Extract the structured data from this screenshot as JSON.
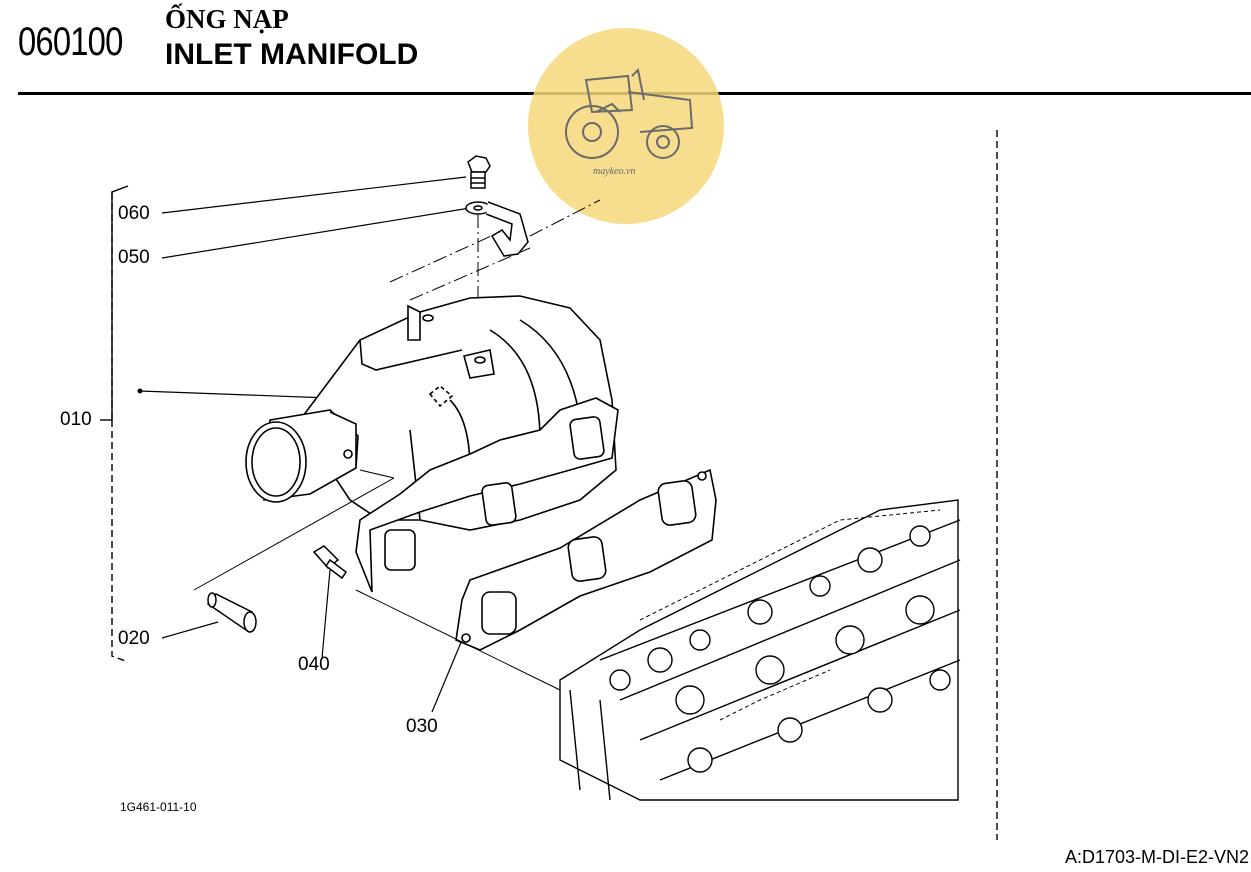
{
  "header": {
    "section_code": "060100",
    "title_vn": "ỐNG NẠP",
    "title_en": "INLET MANIFOLD"
  },
  "watermark": {
    "text": "maykeo.vn",
    "color": "#f6d77a",
    "icon": "tractor-icon"
  },
  "callouts": {
    "c010": "010",
    "c020": "020",
    "c030": "030",
    "c040": "040",
    "c050": "050",
    "c060": "060"
  },
  "drawing_id": "1G461-011-10",
  "footer": {
    "model_code": "A:D1703-M-DI-E2-VN2"
  }
}
